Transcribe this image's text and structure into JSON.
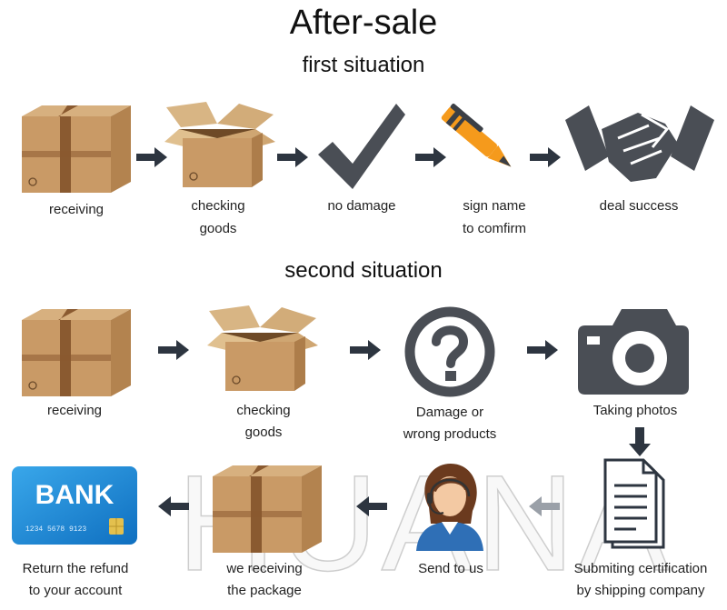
{
  "title": "After-sale",
  "first": {
    "heading": "first situation",
    "steps": [
      {
        "l1": "receiving",
        "l2": ""
      },
      {
        "l1": "checking",
        "l2": "goods"
      },
      {
        "l1": "no damage",
        "l2": ""
      },
      {
        "l1": "sign name",
        "l2": "to comfirm"
      },
      {
        "l1": "deal success",
        "l2": ""
      }
    ]
  },
  "second": {
    "heading": "second situation",
    "steps": [
      {
        "l1": "receiving",
        "l2": ""
      },
      {
        "l1": "checking",
        "l2": "goods"
      },
      {
        "l1": "Damage or",
        "l2": "wrong products"
      },
      {
        "l1": "Taking photos",
        "l2": ""
      }
    ]
  },
  "third": {
    "steps": [
      {
        "l1": "Return the refund",
        "l2": "to your account"
      },
      {
        "l1": "we receiving",
        "l2": "the package"
      },
      {
        "l1": "Send to us",
        "l2": ""
      },
      {
        "l1": "Submiting certification",
        "l2": "by shipping company"
      }
    ]
  },
  "bank_card": {
    "name": "BANK",
    "number": "1234 5678 9123"
  },
  "watermark": "HUANA",
  "colors": {
    "box": "#c99a66",
    "tape": "#8a5a30",
    "arrow": "#2d3540",
    "pen": "#f59a1c",
    "card": "#1c8ad8"
  }
}
